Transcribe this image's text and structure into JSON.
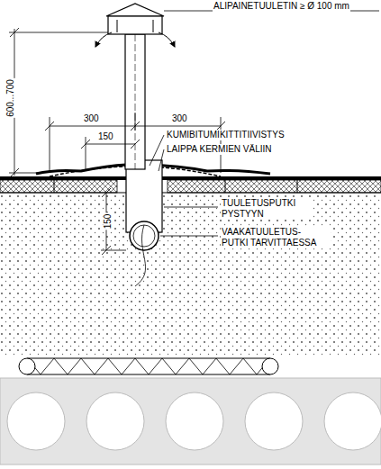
{
  "diagram": {
    "labels": [
      "ALIPAINETUULETIN ≥ Ø 100 mm",
      "600...700",
      "300",
      "300",
      "150",
      "KUMIBITUMIKITTITIIVISTYS",
      "LAIPPA KERMIEN VÄLIIN",
      "TUULETUSPUTKI PYSTYYN",
      "VAAKATUULETUS- PUTKI TARVITTAESSA",
      "150"
    ]
  }
}
